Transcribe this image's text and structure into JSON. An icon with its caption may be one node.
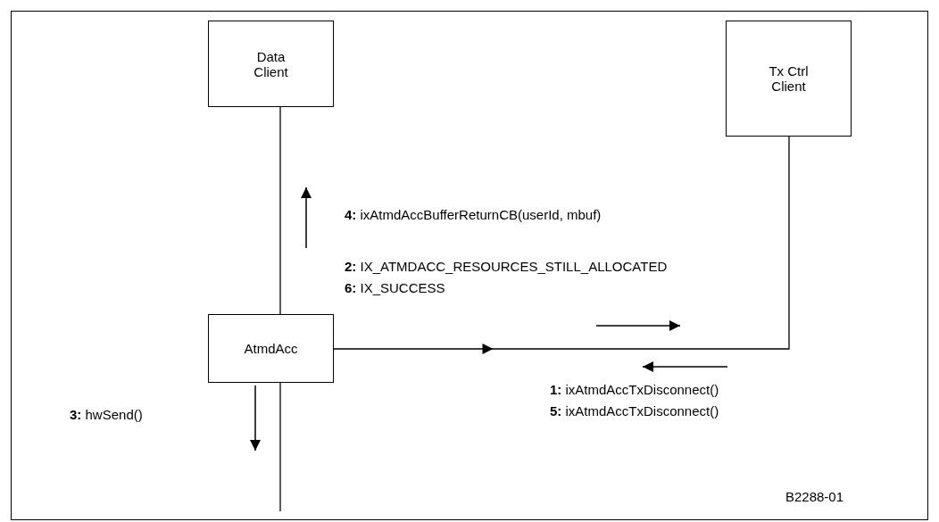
{
  "diagram": {
    "nodes": [
      {
        "text": [
          "Data Client"
        ]
      },
      {
        "text": [
          "Tx Ctrl Client"
        ]
      },
      {
        "text": [
          "AtmdAcc"
        ]
      }
    ],
    "edges": [
      {
        "from": 0,
        "to": 2,
        "arrow": "none"
      },
      {
        "from": 2,
        "to": 1,
        "arrow": "to"
      },
      {
        "from": 2,
        "to": null,
        "arrow": "none"
      }
    ],
    "labels": [
      "**4:** ixAtmdAccBufferReturnCB(userId, mbuf)",
      "**2:** IX_ATMDACC_RESOURCES_STILL_ALLOCATED",
      "**6:** IX_SUCCESS",
      "**1:** ixAtmdAccTxDisconnect()",
      "**5:** ixAtmdAccTxDisconnect()",
      "**3:** hwSend()",
      "B2288-01"
    ]
  }
}
